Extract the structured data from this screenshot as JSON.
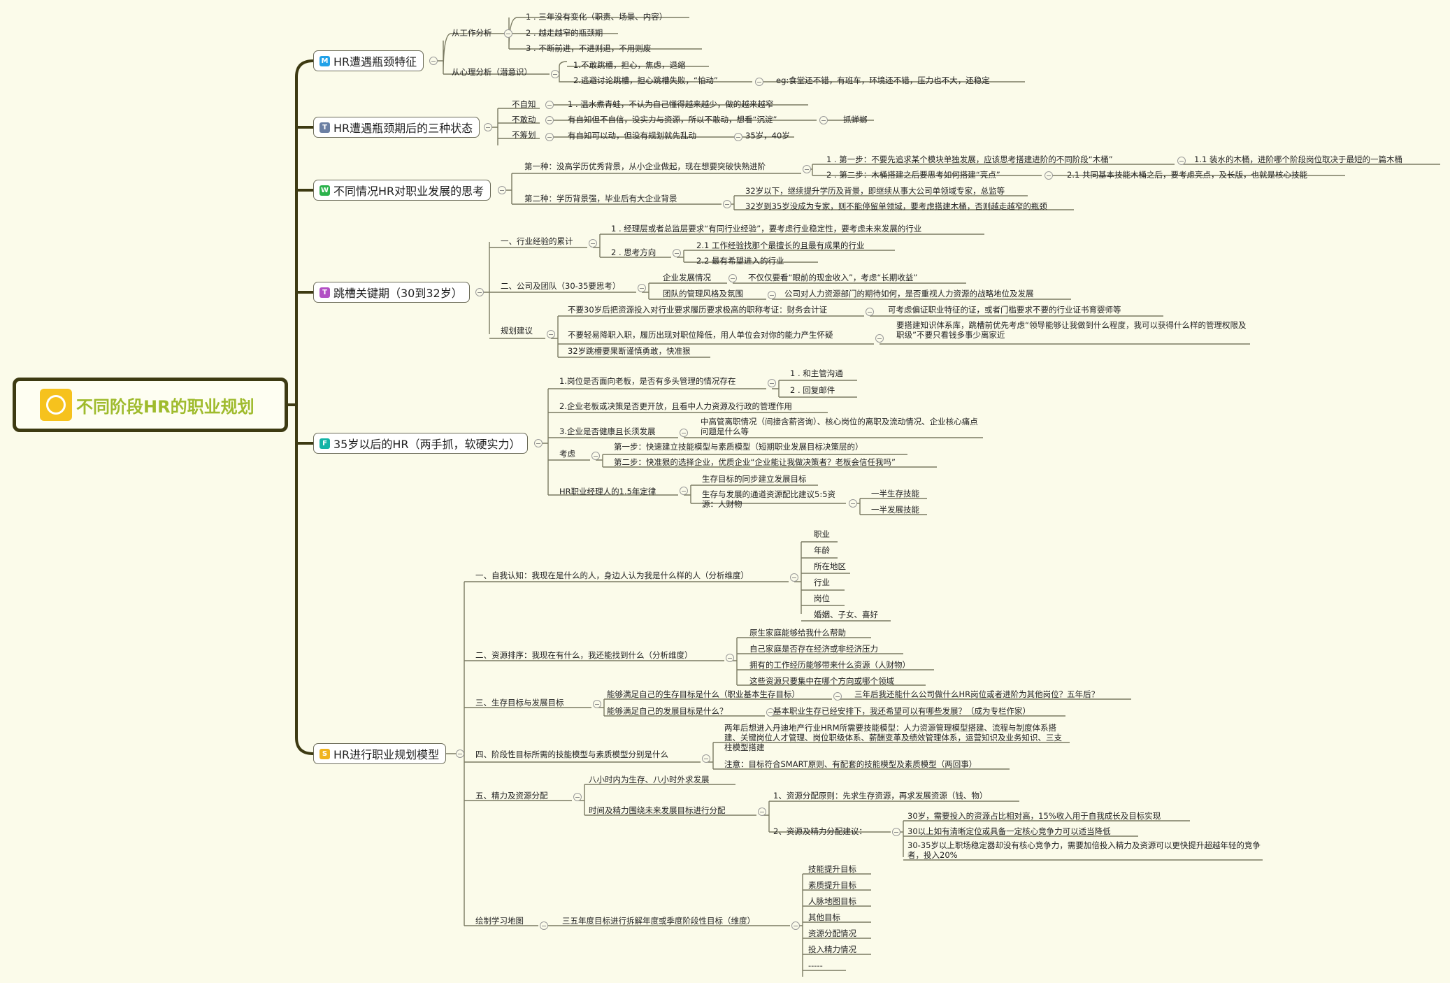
{
  "root": {
    "label": "不同阶段HR的职业规划"
  },
  "colors": {
    "trunk": "#3d3a12",
    "branch": "#7a7a62",
    "title_text": "#9fbb2d",
    "background": "#fbfbea",
    "badge_m": "#21a1e8",
    "badge_t": "#6b7fa3",
    "badge_w": "#2bb24c",
    "badge_t2": "#b24fc4",
    "badge_f": "#14b4a6",
    "badge_s": "#f0b41e"
  },
  "b1": {
    "label": "HR遭遇瓶颈特征",
    "badge": "M",
    "a": "从工作分析",
    "a1": "1 . 三年没有变化（职责、场景、内容）",
    "a2": "2 . 越走越窄的瓶颈期",
    "a3": "3 . 不断前进，不进则退，不用则废",
    "b": "从心理分析（潜意识）",
    "b1": "1.不敢跳槽，担心，焦虑，退缩",
    "b2": "2.逃避讨论跳槽，担心跳槽失败，“怕动”",
    "b2a": "eg:食堂还不错，有班车，环境还不错，压力也不大，还稳定"
  },
  "b2": {
    "label": "HR遭遇瓶颈期后的三种状态",
    "badge": "T",
    "a": "不自知",
    "a1": "1 . 温水煮青蛙，不认为自己懂得越来越少，做的越来越窄",
    "b": "不敢动",
    "b1": "有自知但不自信，没实力与资源，所以不敢动，想看“沉淀”",
    "b1a": "抓蝉螂",
    "c": "不筹划",
    "c1": "有自知可以动，但没有规划就先乱动",
    "c1a": "35岁，40岁"
  },
  "b3": {
    "label": "不同情况HR对职业发展的思考",
    "badge": "W",
    "a": "第一种：没高学历优秀背景，从小企业做起，现在想要突破快熟进阶",
    "a1": "1 . 第一步：不要先追求某个模块单独发展，应该思考搭建进阶的不同阶段“木桶”",
    "a1a": "1.1 装水的木桶，进阶哪个阶段岗位取决于最短的一篇木桶",
    "a2": "2 . 第二步：木桶搭建之后要思考如何搭建“亮点”",
    "a2a": "2.1 共同基本技能木桶之后，要考虑亮点，及长版，也就是核心技能",
    "b": "第二种：学历背景强，毕业后有大企业背景",
    "b1": "32岁以下，继续提升学历及背景，即继续从事大公司单领域专家，总监等",
    "b2": "32岁到35岁没成为专家，则不能停留单领域，要考虑搭建木桶，否则越走越窄的瓶颈"
  },
  "b4": {
    "label": "跳槽关键期（30到32岁）",
    "badge": "T",
    "a": "一、行业经验的累计",
    "a1": "1 . 经理层或者总监层要求“有同行业经验”，要考虑行业稳定性，要考虑未来发展的行业",
    "a2": "2 . 思考方向",
    "a2a": "2.1 工作经验找那个最擅长的且最有成果的行业",
    "a2b": "2.2 最有希望进入的行业",
    "b": "二、公司及团队（30-35要思考）",
    "b1": "企业发展情况",
    "b1a": "不仅仅要看“眼前的现金收入”，考虑“长期收益”",
    "b2": "团队的管理风格及氛围",
    "b2a": "公司对人力资源部门的期待如何，是否重视人力资源的战略地位及发展",
    "c": "规划建议",
    "c1": "不要30岁后把资源投入对行业要求履历要求极高的职称考证：财务会计证",
    "c1a": "可考虑偏证职业特征的证，或者门槛要求不要的行业证书育婴师等",
    "c2": "不要轻易降职入职，履历出现对职位降低，用人单位会对你的能力产生怀疑",
    "c2a": "要搭建知识体系库，跳槽前优先考虑“领导能够让我做到什么程度，我可以获得什么样的管理权限及职级”不要只看钱多事少离家近",
    "c3": "32岁跳槽要果断谨慎勇敢，快准狠"
  },
  "b5": {
    "label": "35岁以后的HR（两手抓，软硬实力）",
    "badge": "F",
    "a": "1.岗位是否面向老板，是否有多头管理的情况存在",
    "a1": "1 . 和主管沟通",
    "a2": "2 . 回复邮件",
    "b": "2.企业老板或决策是否更开放，且看中人力资源及行政的管理作用",
    "c": "3.企业是否健康且长须发展",
    "c1": "中高管离职情况（间接含薪咨询）、核心岗位的离职及流动情况、企业核心痛点问题是什么等",
    "d": "考虑",
    "d1": "第一步：快速建立技能模型与素质模型（短期职业发展目标决策层的）",
    "d2": "第二步：快准狠的选择企业，优质企业“企业能让我做决策者？老板会信任我吗”",
    "e": "HR职业经理人的1.5年定律",
    "e1": "生存目标的同步建立发展目标",
    "e2": "生存与发展的通道资源配比建议5:5资源：人财物",
    "e2a": "一半生存技能",
    "e2b": "一半发展技能"
  },
  "b6": {
    "label": "HR进行职业规划模型",
    "badge": "S",
    "a": "一、自我认知：我现在是什么的人，身边人认为我是什么样的人（分析维度）",
    "a_items": [
      "职业",
      "年龄",
      "所在地区",
      "行业",
      "岗位",
      "婚姻、子女、喜好"
    ],
    "b": "二、资源排序：我现在有什么，我还能找到什么（分析维度）",
    "b_items": [
      "原生家庭能够给我什么帮助",
      "自己家庭是否存在经济或非经济压力",
      "拥有的工作经历能够带来什么资源（人财物）",
      "这些资源只要集中在哪个方向或哪个领域"
    ],
    "c": "三、生存目标与发展目标",
    "c1": "能够满足自己的生存目标是什么（职业基本生存目标）",
    "c1a": "三年后我还能什么公司做什么HR岗位或者进阶为其他岗位？五年后？",
    "c2": "能够满足自己的发展目标是什么？",
    "c2a": "基本职业生存已经安排下，我还希望可以有哪些发展？（成为专栏作家）",
    "d": "四、阶段性目标所需的技能模型与素质模型分别是什么",
    "d1": "两年后想进入丹迪地产行业HRM所需要技能模型：人力资源管理模型搭建、流程与制度体系搭建、关键岗位人才管理、岗位职级体系、薪酬变革及绩效管理体系，运营知识及业务知识、三支柱模型搭建",
    "d2": "注意：目标符合SMART原则、有配套的技能模型及素质模型（两回事）",
    "e": "五、精力及资源分配",
    "e1": "八小时内为生存、八小时外求发展",
    "e2": "时间及精力围绕未来发展目标进行分配",
    "e2a": "1、资源分配原则：先求生存资源，再求发展资源（钱、物）",
    "e2b": "2、资源及精力分配建议：",
    "e2b1": "30岁，需要投入的资源占比相对高，15%收入用于自我成长及目标实现",
    "e2b2": "30以上如有清晰定位或具备一定核心竞争力可以适当降低",
    "e2b3": "30-35岁以上职场稳定器却没有核心竞争力，需要加倍投入精力及资源可以更快提升超越年轻的竞争者，投入20%",
    "f": "绘制学习地图",
    "f1": "三五年度目标进行拆解年度或季度阶段性目标（维度）",
    "f_items": [
      "技能提升目标",
      "素质提升目标",
      "人脉地图目标",
      "其他目标",
      "资源分配情况",
      "投入精力情况",
      "-----"
    ]
  }
}
